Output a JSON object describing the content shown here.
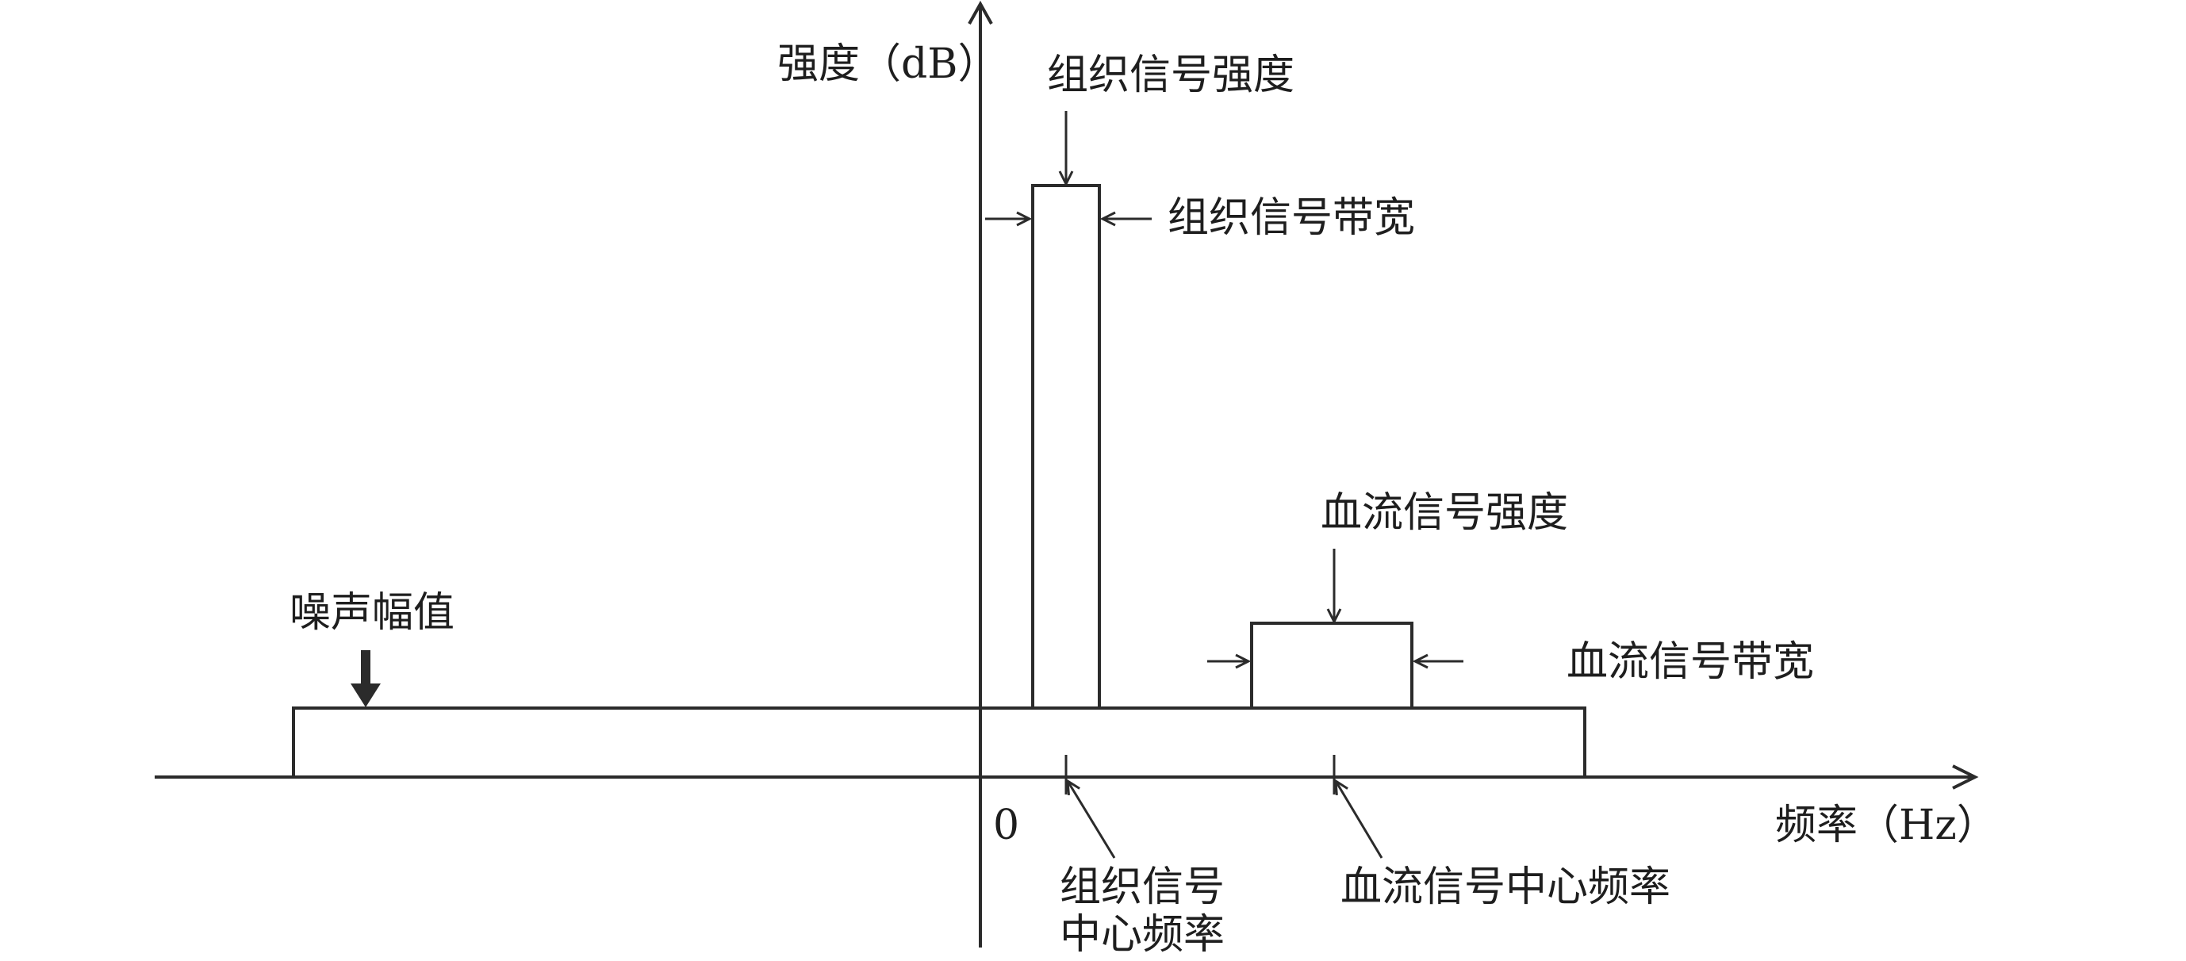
{
  "labels": {
    "y_axis": "强度（dB）",
    "x_axis": "频率（Hz）",
    "origin": "0",
    "tissue_intensity": "组织信号强度",
    "tissue_bandwidth": "组织信号带宽",
    "blood_intensity": "血流信号强度",
    "blood_bandwidth": "血流信号带宽",
    "noise_amplitude": "噪声幅值",
    "tissue_center_line1": "组织信号",
    "tissue_center_line2": "中心频率",
    "blood_center": "血流信号中心频率"
  },
  "colors": {
    "line": "#2b2b2b",
    "text": "#1e1e1e",
    "background": "#ffffff"
  }
}
